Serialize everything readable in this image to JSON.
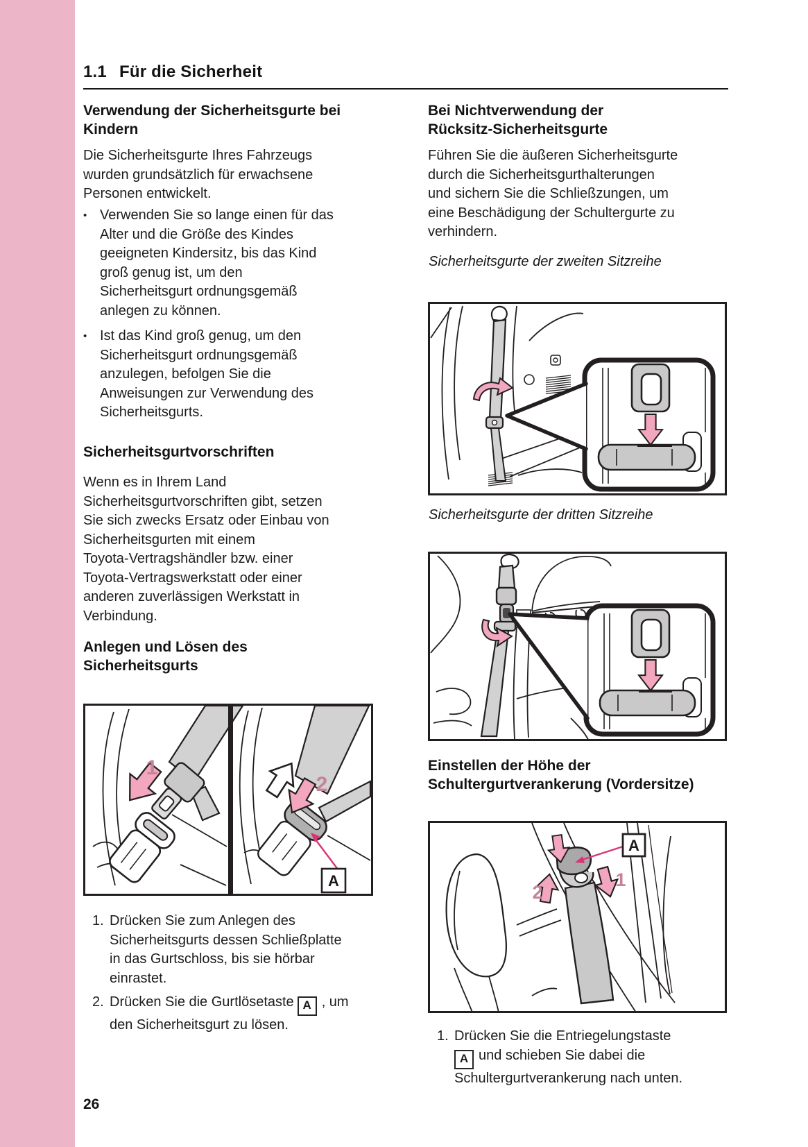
{
  "page": {
    "number": "26"
  },
  "header": {
    "section_number": "1.1",
    "title": "Für die Sicherheit"
  },
  "left": {
    "s1_heading": "Verwendung der Sicherheitsgurte bei\nKindern",
    "s1_intro": "Die Sicherheitsgurte Ihres Fahrzeugs\nwurden grundsätzlich für erwachsene\nPersonen entwickelt.",
    "bullet_glyph": "•",
    "s1_bullets": [
      "Verwenden Sie so lange einen für das\nAlter und die Größe des Kindes\ngeeigneten Kindersitz, bis das Kind\ngroß genug ist, um den\nSicherheitsgurt ordnungsgemäß\nanlegen zu können.",
      "Ist das Kind groß genug, um den\nSicherheitsgurt ordnungsgemäß\nanzulegen, befolgen Sie die\nAnweisungen zur Verwendung des\nSicherheitsgurts."
    ],
    "s2_heading": "Sicherheitsgurtvorschriften",
    "s2_body": "Wenn es in Ihrem Land\nSicherheitsgurtvorschriften gibt, setzen\nSie sich zwecks Ersatz oder Einbau von\nSicherheitsgurten mit einem\nToyota-Vertragshändler bzw. einer\nToyota-Vertragswerkstatt oder einer\nanderen zuverlässigen Werkstatt in\nVerbindung.",
    "s3_heading": "Anlegen und Lösen des\nSicherheitsgurts",
    "steps": [
      {
        "num": "1.",
        "text": "Drücken Sie zum Anlegen des\nSicherheitsgurts dessen Schließplatte\nin das Gurtschloss, bis sie hörbar\neinrastet."
      },
      {
        "num": "2.",
        "pre": "Drücken Sie die Gurtlösetaste",
        "box_label": "A",
        "post": ", um\nden Sicherheitsgurt zu lösen."
      }
    ]
  },
  "right": {
    "s1_heading": "Bei Nichtverwendung der\nRücksitz-Sicherheitsgurte",
    "s1_body": "Führen Sie die äußeren Sicherheitsgurte\ndurch die Sicherheitsgurthalterungen\nund sichern Sie die Schließzungen, um\neine Beschädigung der Schultergurte zu\nverhindern.",
    "caption_second_row": "Sicherheitsgurte der zweiten Sitzreihe",
    "caption_third_row": "Sicherheitsgurte der dritten Sitzreihe",
    "s2_heading": "Einstellen der Höhe der\nSchultergurtverankerung (Vordersitze)",
    "step": {
      "num": "1.",
      "line1": "Drücken Sie die Entriegelungstaste",
      "box_label": "A",
      "line2_after_box": "und schieben Sie dabei die\nSchultergurtverankerung nach unten."
    }
  },
  "figures": {
    "buckle": {
      "step_insert_label": "1",
      "step_release_label": "2",
      "release_button_callout": "A"
    },
    "anchor_height": {
      "step_down_label": "1",
      "step_up_label": "2",
      "release_button_callout": "A"
    }
  },
  "colors": {
    "strip_pink": "#ecb5c8",
    "arrow_pink": "#f3a7bf",
    "figure_label_pink": "#c5839a",
    "callout_magenta": "#d83578",
    "line_dark": "#231f20",
    "belt_gray": "#d2d2d2"
  }
}
